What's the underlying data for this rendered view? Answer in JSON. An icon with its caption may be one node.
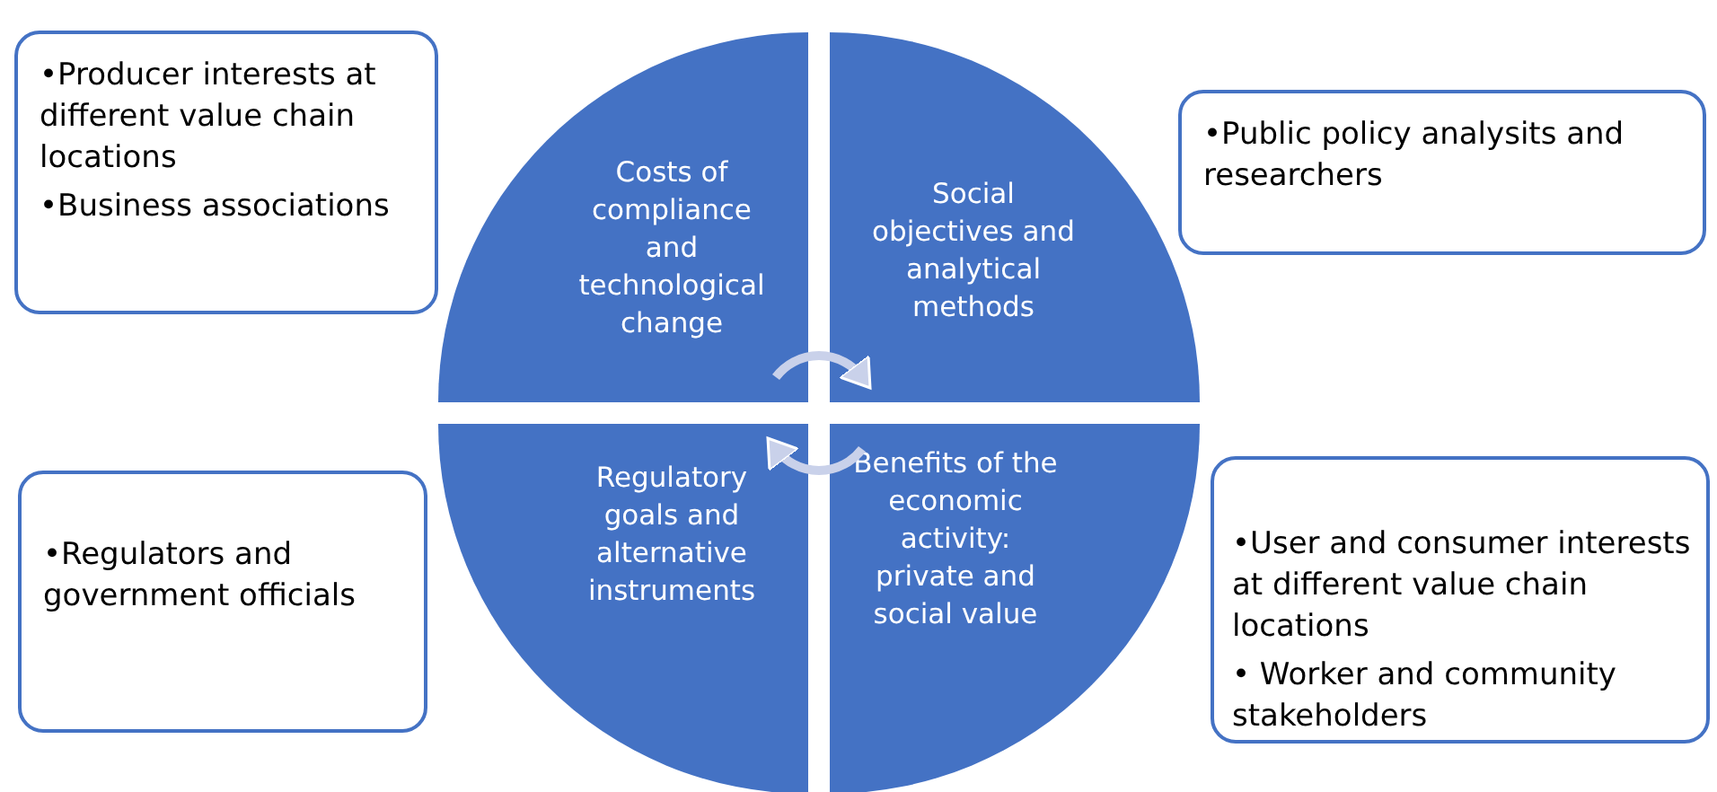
{
  "diagram": {
    "nodes": [
      {
        "text": [
          "•Producer interests at different value chain locations",
          "•Business associations"
        ]
      },
      {
        "text": [
          "Costs of compliance and technological change"
        ]
      },
      {
        "text": [
          "Social objectives and analytical methods"
        ]
      },
      {
        "text": [
          "•Public policy analysits and researchers"
        ]
      },
      {
        "text": [
          "•Regulators and government officials"
        ]
      },
      {
        "text": [
          "Regulatory goals and alternative instruments"
        ]
      },
      {
        "text": [
          "Benefits of the economic activity: private and social value"
        ]
      },
      {
        "text": [
          "•User and consumer interests at different value chain locations",
          "• Worker and community stakeholders"
        ]
      }
    ],
    "edges": [
      {
        "from": 1,
        "to": 2,
        "arrow": "to"
      },
      {
        "from": 6,
        "to": 5,
        "arrow": "to"
      }
    ]
  }
}
